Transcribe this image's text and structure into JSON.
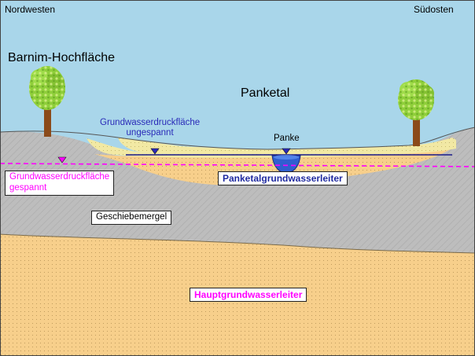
{
  "labels": {
    "nordwesten": "Nordwesten",
    "suedosten": "Südosten",
    "barnim": "Barnim-Hochfläche",
    "panketal": "Panketal",
    "gwdf_ungespannt_1": "Grundwasserdruckfläche",
    "gwdf_ungespannt_2": "ungespannt",
    "panke": "Panke",
    "gwdf_gespannt_1": "Grundwasserdruckfläche",
    "gwdf_gespannt_2": "gespannt",
    "panketal_gwl": "Panketalgrundwasserleiter",
    "geschiebemergel": "Geschiebemergel",
    "haupt_gwl": "Hauptgrundwasserleiter"
  },
  "colors": {
    "sky": "#a9d6ea",
    "sand": "#f2e9a4",
    "aquifer": "#f7cf8b",
    "till": "#bdbdbd",
    "river": "#2f5fd0",
    "unconfined_text": "#2a2ab8",
    "confined_text": "#ff00ff",
    "panketal_gwl_text": "#1f2aa0",
    "haupt_gwl_text": "#ff00ff",
    "tree_crown": "#8fcf3a",
    "tree_trunk": "#8b4a1a"
  },
  "icons": [
    "tree-icon",
    "water-table-marker-icon"
  ]
}
